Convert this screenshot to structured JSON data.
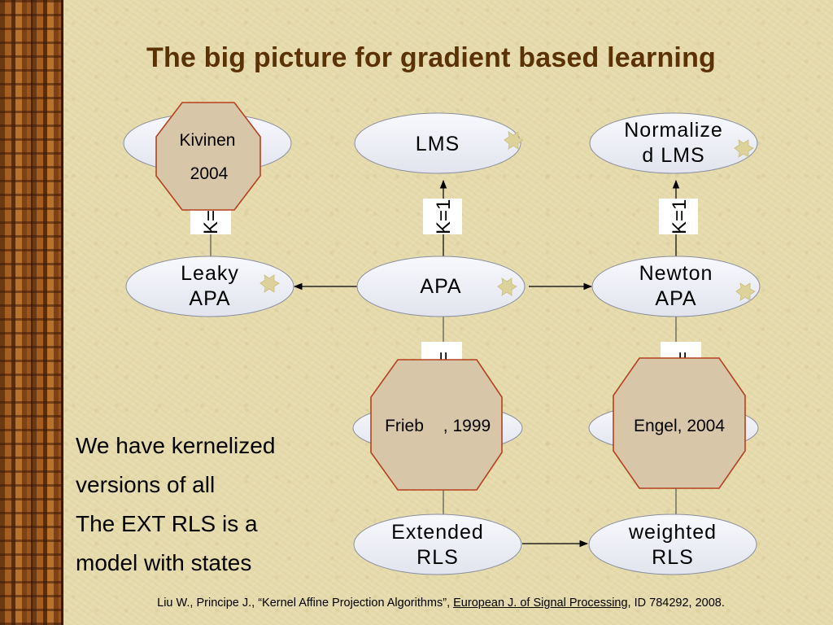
{
  "slide": {
    "title": "The big picture for gradient based learning",
    "nodes": {
      "top_left_hidden": "",
      "lms": "LMS",
      "nlms_1": "Normalize",
      "nlms_2": "d LMS",
      "leaky_1": "Leaky",
      "leaky_2": "APA",
      "apa": "APA",
      "newton_1": "Newton",
      "newton_2": "APA",
      "ext_1": "Extended",
      "ext_2": "RLS",
      "wrls_1": "weighted",
      "wrls_2": "RLS"
    },
    "edge_labels": {
      "left_k": "K=",
      "mid_k": "K=1",
      "right_k": "K=1",
      "mid_low": "=",
      "right_low": "="
    },
    "octagons": {
      "kivinen_1": "Kivinen",
      "kivinen_2": "2004",
      "frieb_a": "Frieb",
      "frieb_b": ", 1999",
      "engel": "Engel, 2004"
    },
    "side_text": [
      "We have kernelized",
      "versions of all",
      "The EXT RLS is a",
      "model with states"
    ],
    "citation": {
      "prefix": "Liu W., Principe J., “Kernel Affine Projection Algorithms”, ",
      "journal": "European J. of Signal Processing",
      "suffix": ", ID 784292, 2008."
    }
  },
  "colors": {
    "title": "#5a3206",
    "node_fill": "#eef0f8",
    "octagon_fill": "#d9c7aa",
    "octagon_stroke": "#b3411f"
  }
}
